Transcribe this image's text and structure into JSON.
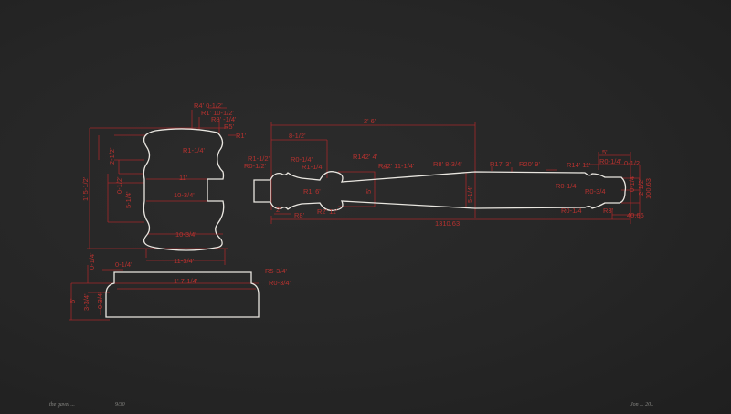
{
  "artwork": {
    "head_labels": [
      "R4' 0-1/2'",
      "R1' 10-1/2'",
      "R8' -1/4'",
      "R5'",
      "R1'",
      "R1-1/4'",
      "11'",
      "10-3/4'",
      "10-3/4'",
      "11-3/4'",
      "1' 5-1/2'",
      "2-1/2'",
      "0-1/2'",
      "5-1/4'"
    ],
    "base_labels": [
      "0-1/4'",
      "0-1/4'",
      "1' 7-1/4'",
      "R5-3/4'",
      "R0-3/4'",
      "6'",
      "3-3/4'",
      "0-3/4'"
    ],
    "handle_labels": [
      "2' 6'",
      "8-1/2'",
      "R1-1/2'",
      "R0-1/2'",
      "R0-1/4'",
      "R1-1/4'",
      "R142' 4'",
      "R42' 11-1/4'",
      "R8' 8-3/4'",
      "R1' 6'",
      "R8'",
      "R2' 11'",
      "5'",
      "5-1/4'",
      "1310.63",
      "R17' 3'",
      "R20' 9'",
      "R14' 11'",
      "R0-1/4'",
      "0-1/2",
      "R0-1/4",
      "R0-3/4",
      "R0-1/4",
      "R3'",
      "5'",
      "0-1/4'",
      "2-1/2'",
      "100.63",
      "40.66",
      "2'"
    ],
    "pencil": {
      "title": "the gavel ...",
      "edition": "9/30",
      "signature": "Jon ... 20.."
    },
    "colors": {
      "paper": "#262626",
      "red": "#a3282a",
      "white": "#e9e6e0"
    }
  }
}
